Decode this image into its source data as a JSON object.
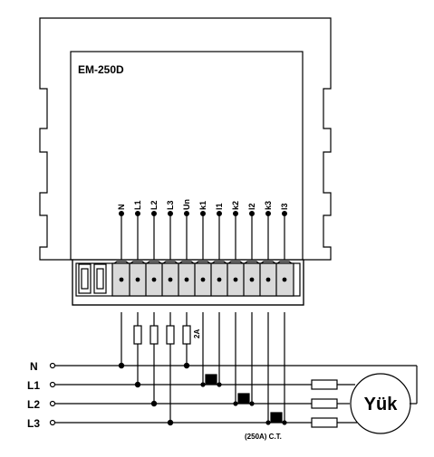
{
  "device": {
    "model": "EM-250D",
    "terminals": [
      "N",
      "L1",
      "L2",
      "L3",
      "Un",
      "k1",
      "l1",
      "k2",
      "l2",
      "k3",
      "l3"
    ]
  },
  "lines": [
    "N",
    "L1",
    "L2",
    "L3"
  ],
  "fuse_label": "2A",
  "ct_label": "(250A) C.T.",
  "load_label": "Yük",
  "colors": {
    "stroke": "#000000",
    "terminal_fill": "#d9d9d9",
    "background": "#ffffff"
  }
}
